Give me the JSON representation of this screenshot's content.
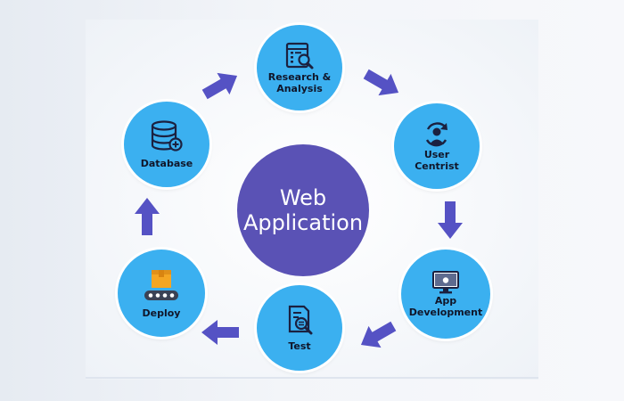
{
  "center": {
    "line1": "Web",
    "line2": "Application"
  },
  "nodes": {
    "research": {
      "label": "Research &\nAnalysis",
      "icon": "search-list-icon"
    },
    "user": {
      "label": "User\nCentrist",
      "icon": "user-cycle-icon"
    },
    "app": {
      "label": "App\nDevelopment",
      "icon": "monitor-apple-icon"
    },
    "test": {
      "label": "Test",
      "icon": "document-search-icon"
    },
    "deploy": {
      "label": "Deploy",
      "icon": "conveyor-box-icon"
    },
    "database": {
      "label": "Database",
      "icon": "database-plus-icon"
    }
  },
  "colors": {
    "node": "#3bb0f0",
    "center": "#5a52b5",
    "arrow": "#5552c4",
    "icon": "#1b2140"
  }
}
